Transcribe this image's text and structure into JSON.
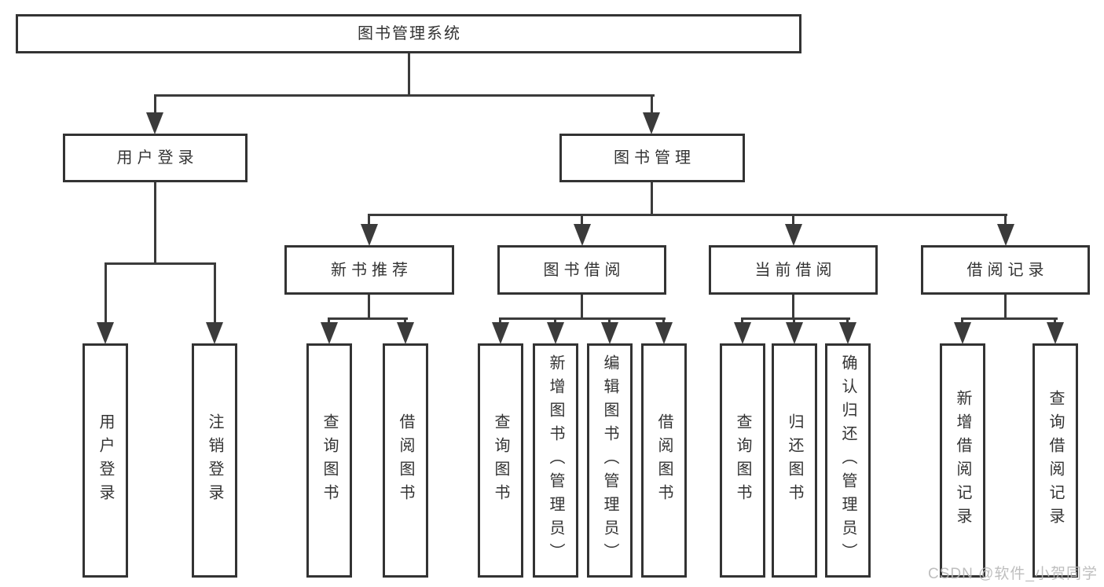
{
  "colors": {
    "line": "#3b3b3b",
    "border": "#333333",
    "text": "#333333",
    "box-bg": "#ffffff",
    "page-bg": "#ffffff",
    "watermark": "#b8b8b8"
  },
  "diagram": {
    "root": {
      "label": "图书管理系统"
    },
    "branches": [
      {
        "label": "用户登录",
        "children": [
          {
            "label": "用户登录"
          },
          {
            "label": "注销登录"
          }
        ]
      },
      {
        "label": "图书管理",
        "children": [
          {
            "label": "新书推荐",
            "children": [
              {
                "label": "查询图书"
              },
              {
                "label": "借阅图书"
              }
            ]
          },
          {
            "label": "图书借阅",
            "children": [
              {
                "label": "查询图书"
              },
              {
                "label": "新增图书（管理员）"
              },
              {
                "label": "编辑图书（管理员）"
              },
              {
                "label": "借阅图书"
              }
            ]
          },
          {
            "label": "当前借阅",
            "children": [
              {
                "label": "查询图书"
              },
              {
                "label": "归还图书"
              },
              {
                "label": "确认归还（管理员）"
              }
            ]
          },
          {
            "label": "借阅记录",
            "children": [
              {
                "label": "新增借阅记录"
              },
              {
                "label": "查询借阅记录"
              }
            ]
          }
        ]
      }
    ]
  },
  "watermark": {
    "text": "CSDN @软件_小贺同学"
  }
}
